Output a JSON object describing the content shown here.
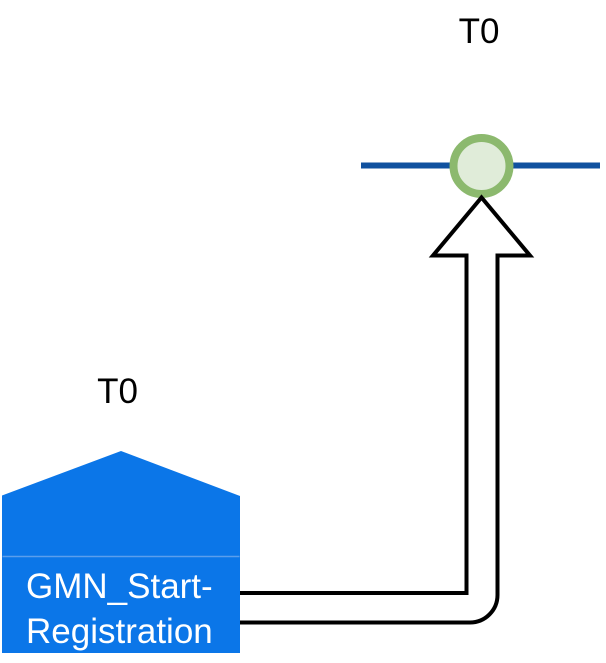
{
  "diagram": {
    "timeline_marker": {
      "label": "T0"
    },
    "start_task": {
      "label": "T0",
      "name_line1": "GMN_Start-",
      "name_line2": "Registration"
    },
    "colors": {
      "background": "#FFFFFF",
      "task_fill": "#0B76E8",
      "task_seam": "#6FA9EE",
      "task_text": "#FFFFFF",
      "timeline_line": "#10519F",
      "event_ring": "#8CB96E",
      "event_fill": "#E0ECD9",
      "arrow_fill": "#FFFFFF",
      "arrow_stroke": "#000000",
      "label_text": "#000000"
    }
  }
}
